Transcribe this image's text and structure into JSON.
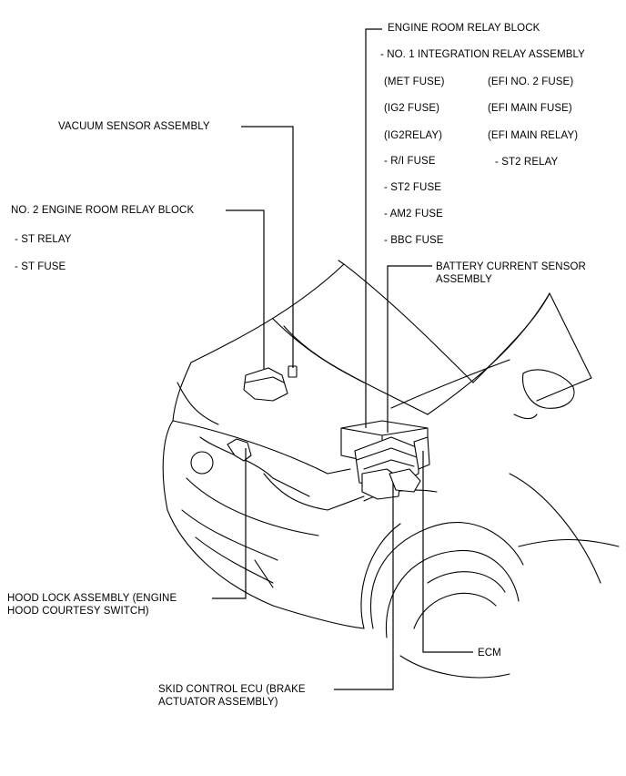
{
  "labels": {
    "engine_room_relay_block": "ENGINE ROOM RELAY BLOCK",
    "integration_relay": "- NO. 1 INTEGRATION RELAY ASSEMBLY",
    "met_fuse": "(MET FUSE)",
    "efi_no2_fuse": "(EFI NO. 2 FUSE)",
    "ig2_fuse": "(IG2 FUSE)",
    "efi_main_fuse": "(EFI MAIN FUSE)",
    "ig2_relay": "(IG2RELAY)",
    "efi_main_relay": "(EFI MAIN RELAY)",
    "ri_fuse": "- R/I FUSE",
    "st2_relay": "- ST2 RELAY",
    "st2_fuse": "- ST2 FUSE",
    "am2_fuse": "- AM2 FUSE",
    "bbc_fuse": "- BBC FUSE",
    "vacuum_sensor": "VACUUM SENSOR ASSEMBLY",
    "no2_relay_block": "NO. 2 ENGINE ROOM RELAY BLOCK",
    "st_relay": "- ST RELAY",
    "st_fuse": "- ST FUSE",
    "battery_sensor_line1": "BATTERY CURRENT SENSOR",
    "battery_sensor_line2": "ASSEMBLY",
    "hood_lock_line1": "HOOD LOCK ASSEMBLY (ENGINE",
    "hood_lock_line2": "HOOD COURTESY SWITCH)",
    "ecm": "ECM",
    "skid_control_line1": "SKID CONTROL ECU (BRAKE",
    "skid_control_line2": "ACTUATOR ASSEMBLY)"
  }
}
